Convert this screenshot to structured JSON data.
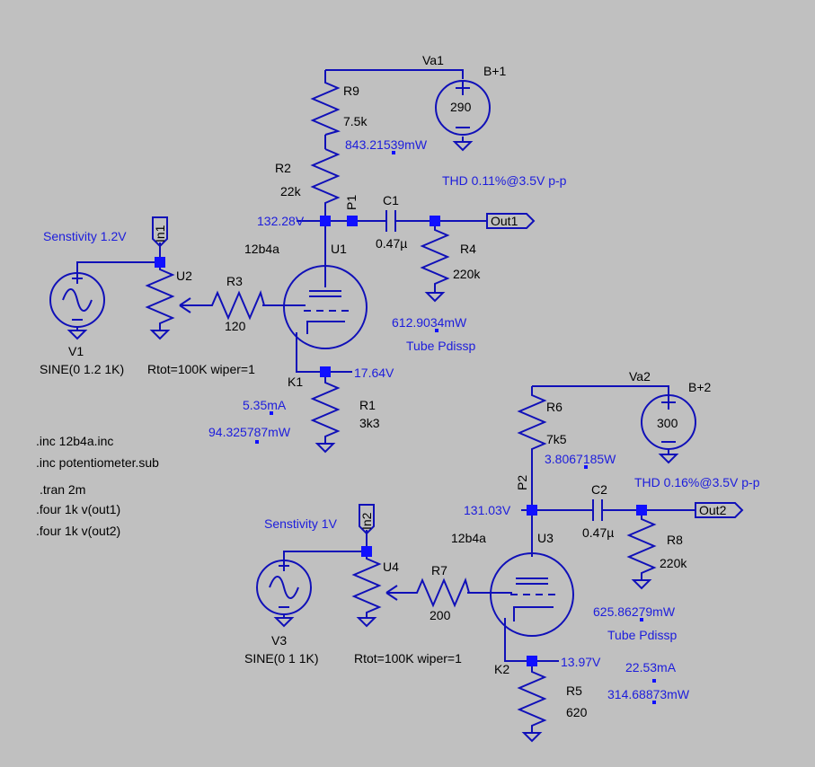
{
  "colors": {
    "background": "#c0c0c0",
    "wire": "#1010b8",
    "label": "#000000",
    "annotation": "#1c1cdc",
    "junction": "#1010ff"
  },
  "stage1": {
    "va": "Va1",
    "supply_name": "B+1",
    "supply_value": "290",
    "r9_name": "R9",
    "r9_value": "7.5k",
    "r9_power": "843.21539mW",
    "r2_name": "R2",
    "r2_value": "22k",
    "thd": "THD 0.11%@3.5V p-p",
    "plate_node": "P1",
    "plate_voltage": "132.28V",
    "c1_name": "C1",
    "c1_value": "0.47µ",
    "out": "Out1",
    "r4_name": "R4",
    "r4_value": "220k",
    "sens": "Senstivity 1.2V",
    "in": "In1",
    "tube_model": "12b4a",
    "tube_name": "U1",
    "pot_name": "U2",
    "r3_name": "R3",
    "r3_value": "120",
    "tube_power": "612.9034mW",
    "tube_pdissp": "Tube Pdissp",
    "v_name": "V1",
    "v_value": "SINE(0 1.2 1K)",
    "pot_params": "Rtot=100K wiper=1",
    "cathode_node": "K1",
    "cathode_voltage": "17.64V",
    "r1_name": "R1",
    "r1_value": "3k3",
    "current": "5.35mA",
    "r1_power": "94.325787mW"
  },
  "directives": [
    ".inc 12b4a.inc",
    ".inc potentiometer.sub",
    ".tran 2m",
    ".four 1k v(out1)",
    ".four 1k v(out2)"
  ],
  "stage2": {
    "va": "Va2",
    "supply_name": "B+2",
    "supply_value": "300",
    "r6_name": "R6",
    "r6_value": "7k5",
    "r6_power": "3.8067185W",
    "thd": "THD 0.16%@3.5V p-p",
    "plate_node": "P2",
    "plate_voltage": "131.03V",
    "c2_name": "C2",
    "c2_value": "0.47µ",
    "out": "Out2",
    "r8_name": "R8",
    "r8_value": "220k",
    "sens": "Senstivity 1V",
    "in": "In2",
    "tube_model": "12b4a",
    "tube_name": "U3",
    "pot_name": "U4",
    "r7_name": "R7",
    "r7_value": "200",
    "tube_power": "625.86279mW",
    "tube_pdissp": "Tube Pdissp",
    "v_name": "V3",
    "v_value": "SINE(0 1 1K)",
    "pot_params": "Rtot=100K wiper=1",
    "cathode_node": "K2",
    "cathode_voltage": "13.97V",
    "current": "22.53mA",
    "r5_power": "314.68873mW",
    "r5_name": "R5",
    "r5_value": "620"
  }
}
